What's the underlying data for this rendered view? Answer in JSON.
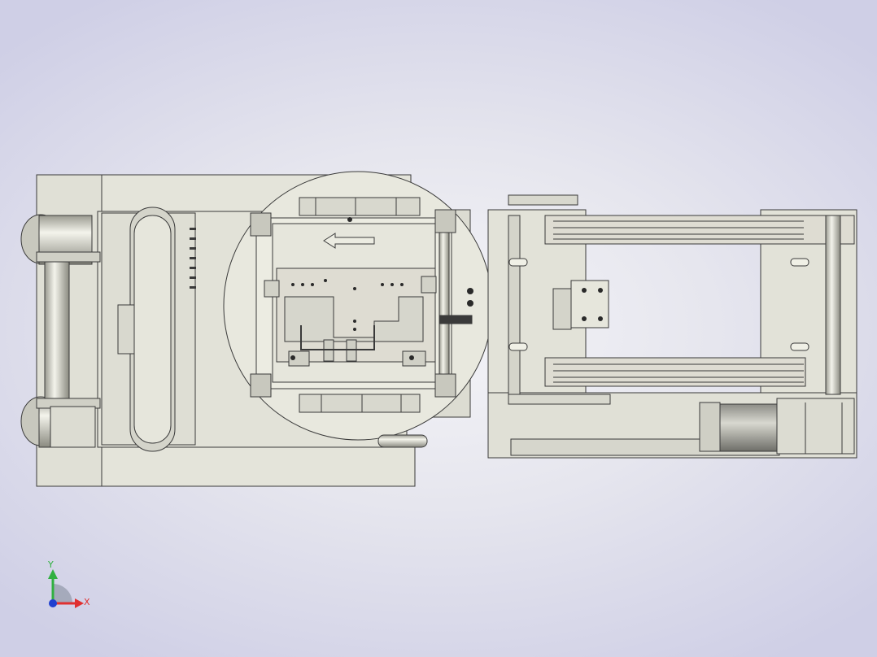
{
  "viewport": {
    "background_top": "#cfcfe6",
    "background_center": "#f2f2f6",
    "part_color": "#e4e4da",
    "edge_color": "#3a3a3a"
  },
  "model": {
    "assemblies": [
      "rotary-transfer-station",
      "linear-slide-conveyor"
    ],
    "motor": "servo-motor"
  },
  "triad": {
    "x_label": "X",
    "y_label": "Y",
    "x_color": "#e03030",
    "y_color": "#30b040",
    "z_color": "#2040d0"
  }
}
